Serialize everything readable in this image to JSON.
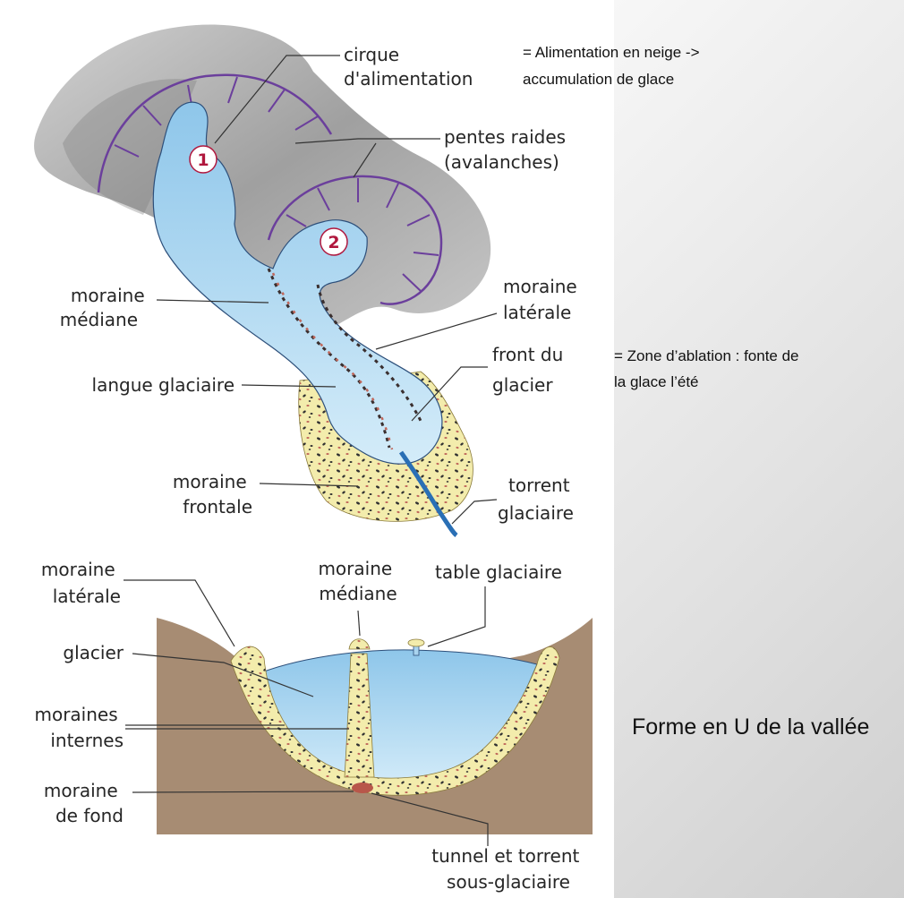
{
  "labels": {
    "cirque": [
      "cirque",
      "d'alimentation"
    ],
    "pentes": [
      "pentes raides",
      "(avalanches)"
    ],
    "moraine_mediane_top": [
      "moraine",
      "médiane"
    ],
    "moraine_laterale_top": [
      "moraine",
      "latérale"
    ],
    "front": [
      "front du",
      "glacier"
    ],
    "langue": "langue glaciaire",
    "moraine_frontale": [
      "moraine",
      "frontale"
    ],
    "torrent": [
      "torrent",
      "glaciaire"
    ],
    "moraine_laterale_bottom": [
      "moraine",
      "latérale"
    ],
    "moraine_mediane_bottom": [
      "moraine",
      "médiane"
    ],
    "table": "table glaciaire",
    "glacier": "glacier",
    "moraines_internes": [
      "moraines",
      "internes"
    ],
    "moraine_fond": [
      "moraine",
      "de fond"
    ],
    "tunnel": [
      "tunnel et torrent",
      "sous-glaciaire"
    ],
    "circle_1": "1",
    "circle_2": "2"
  },
  "notes": {
    "alimentation": [
      "= Alimentation  en neige ->",
      "accumulation  de glace"
    ],
    "ablation": [
      "= Zone d’ablation  : fonte de",
      "la glace l’été"
    ],
    "forme_u": "Forme en U de la vallée"
  },
  "colors": {
    "ice": "#a9d4ef",
    "rock": "#a78c73",
    "moraine": "#f3ecac",
    "mountain": "#9c9c9c",
    "ridge": "#6b3f9c",
    "torrent": "#2a6fb5",
    "circle_number": "#b0173d"
  }
}
